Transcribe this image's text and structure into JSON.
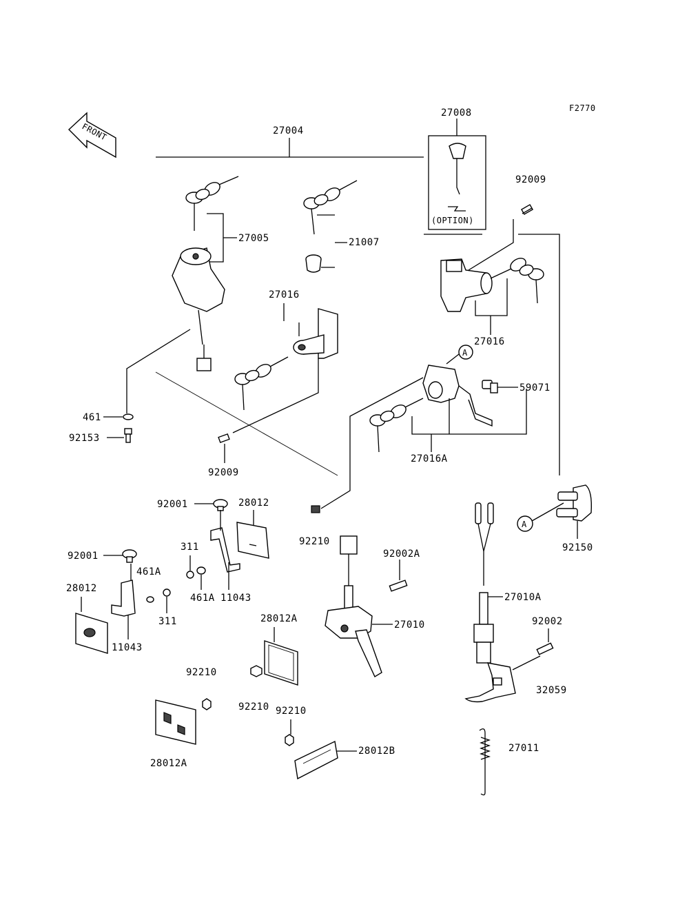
{
  "figure_code": "F2770",
  "front_label": "FRONT",
  "option_label": "(OPTION)",
  "circle_ref": "A",
  "labels": {
    "l_27004": "27004",
    "l_27008": "27008",
    "l_92009_top": "92009",
    "l_27005": "27005",
    "l_21007": "21007",
    "l_27016_mid": "27016",
    "l_27016_right": "27016",
    "l_59071": "59071",
    "l_461": "461",
    "l_92153": "92153",
    "l_92009_mid": "92009",
    "l_27016A": "27016A",
    "l_92001_a": "92001",
    "l_28012_a": "28012",
    "l_92001_b": "92001",
    "l_461A_a": "461A",
    "l_311_a": "311",
    "l_461A_b": "461A",
    "l_11043_a": "11043",
    "l_28012_b": "28012",
    "l_311_b": "311",
    "l_11043_b": "11043",
    "l_92210_a": "92210",
    "l_92002A": "92002A",
    "l_27010": "27010",
    "l_28012A_a": "28012A",
    "l_92210_b": "92210",
    "l_92210_c": "92210",
    "l_92210_d": "92210",
    "l_28012A_b": "28012A",
    "l_28012B": "28012B",
    "l_27010A": "27010A",
    "l_92002": "92002",
    "l_32059": "32059",
    "l_27011": "27011",
    "l_92150": "92150"
  }
}
